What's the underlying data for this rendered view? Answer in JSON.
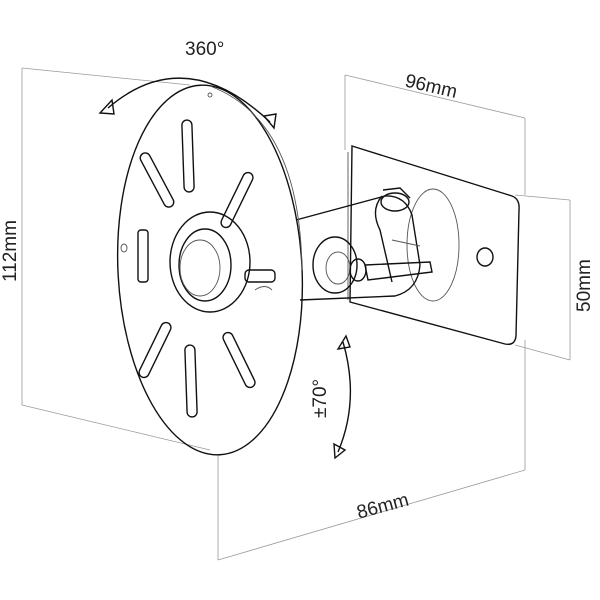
{
  "dimensions": {
    "rotation": "360°",
    "width": "96mm",
    "height": "112mm",
    "plate_height": "50mm",
    "tilt": "±70°",
    "depth": "86mm"
  },
  "colors": {
    "line": "#111111",
    "dimension_text": "#222222",
    "extension_line": "#9a9a9a",
    "background": "#ffffff"
  }
}
